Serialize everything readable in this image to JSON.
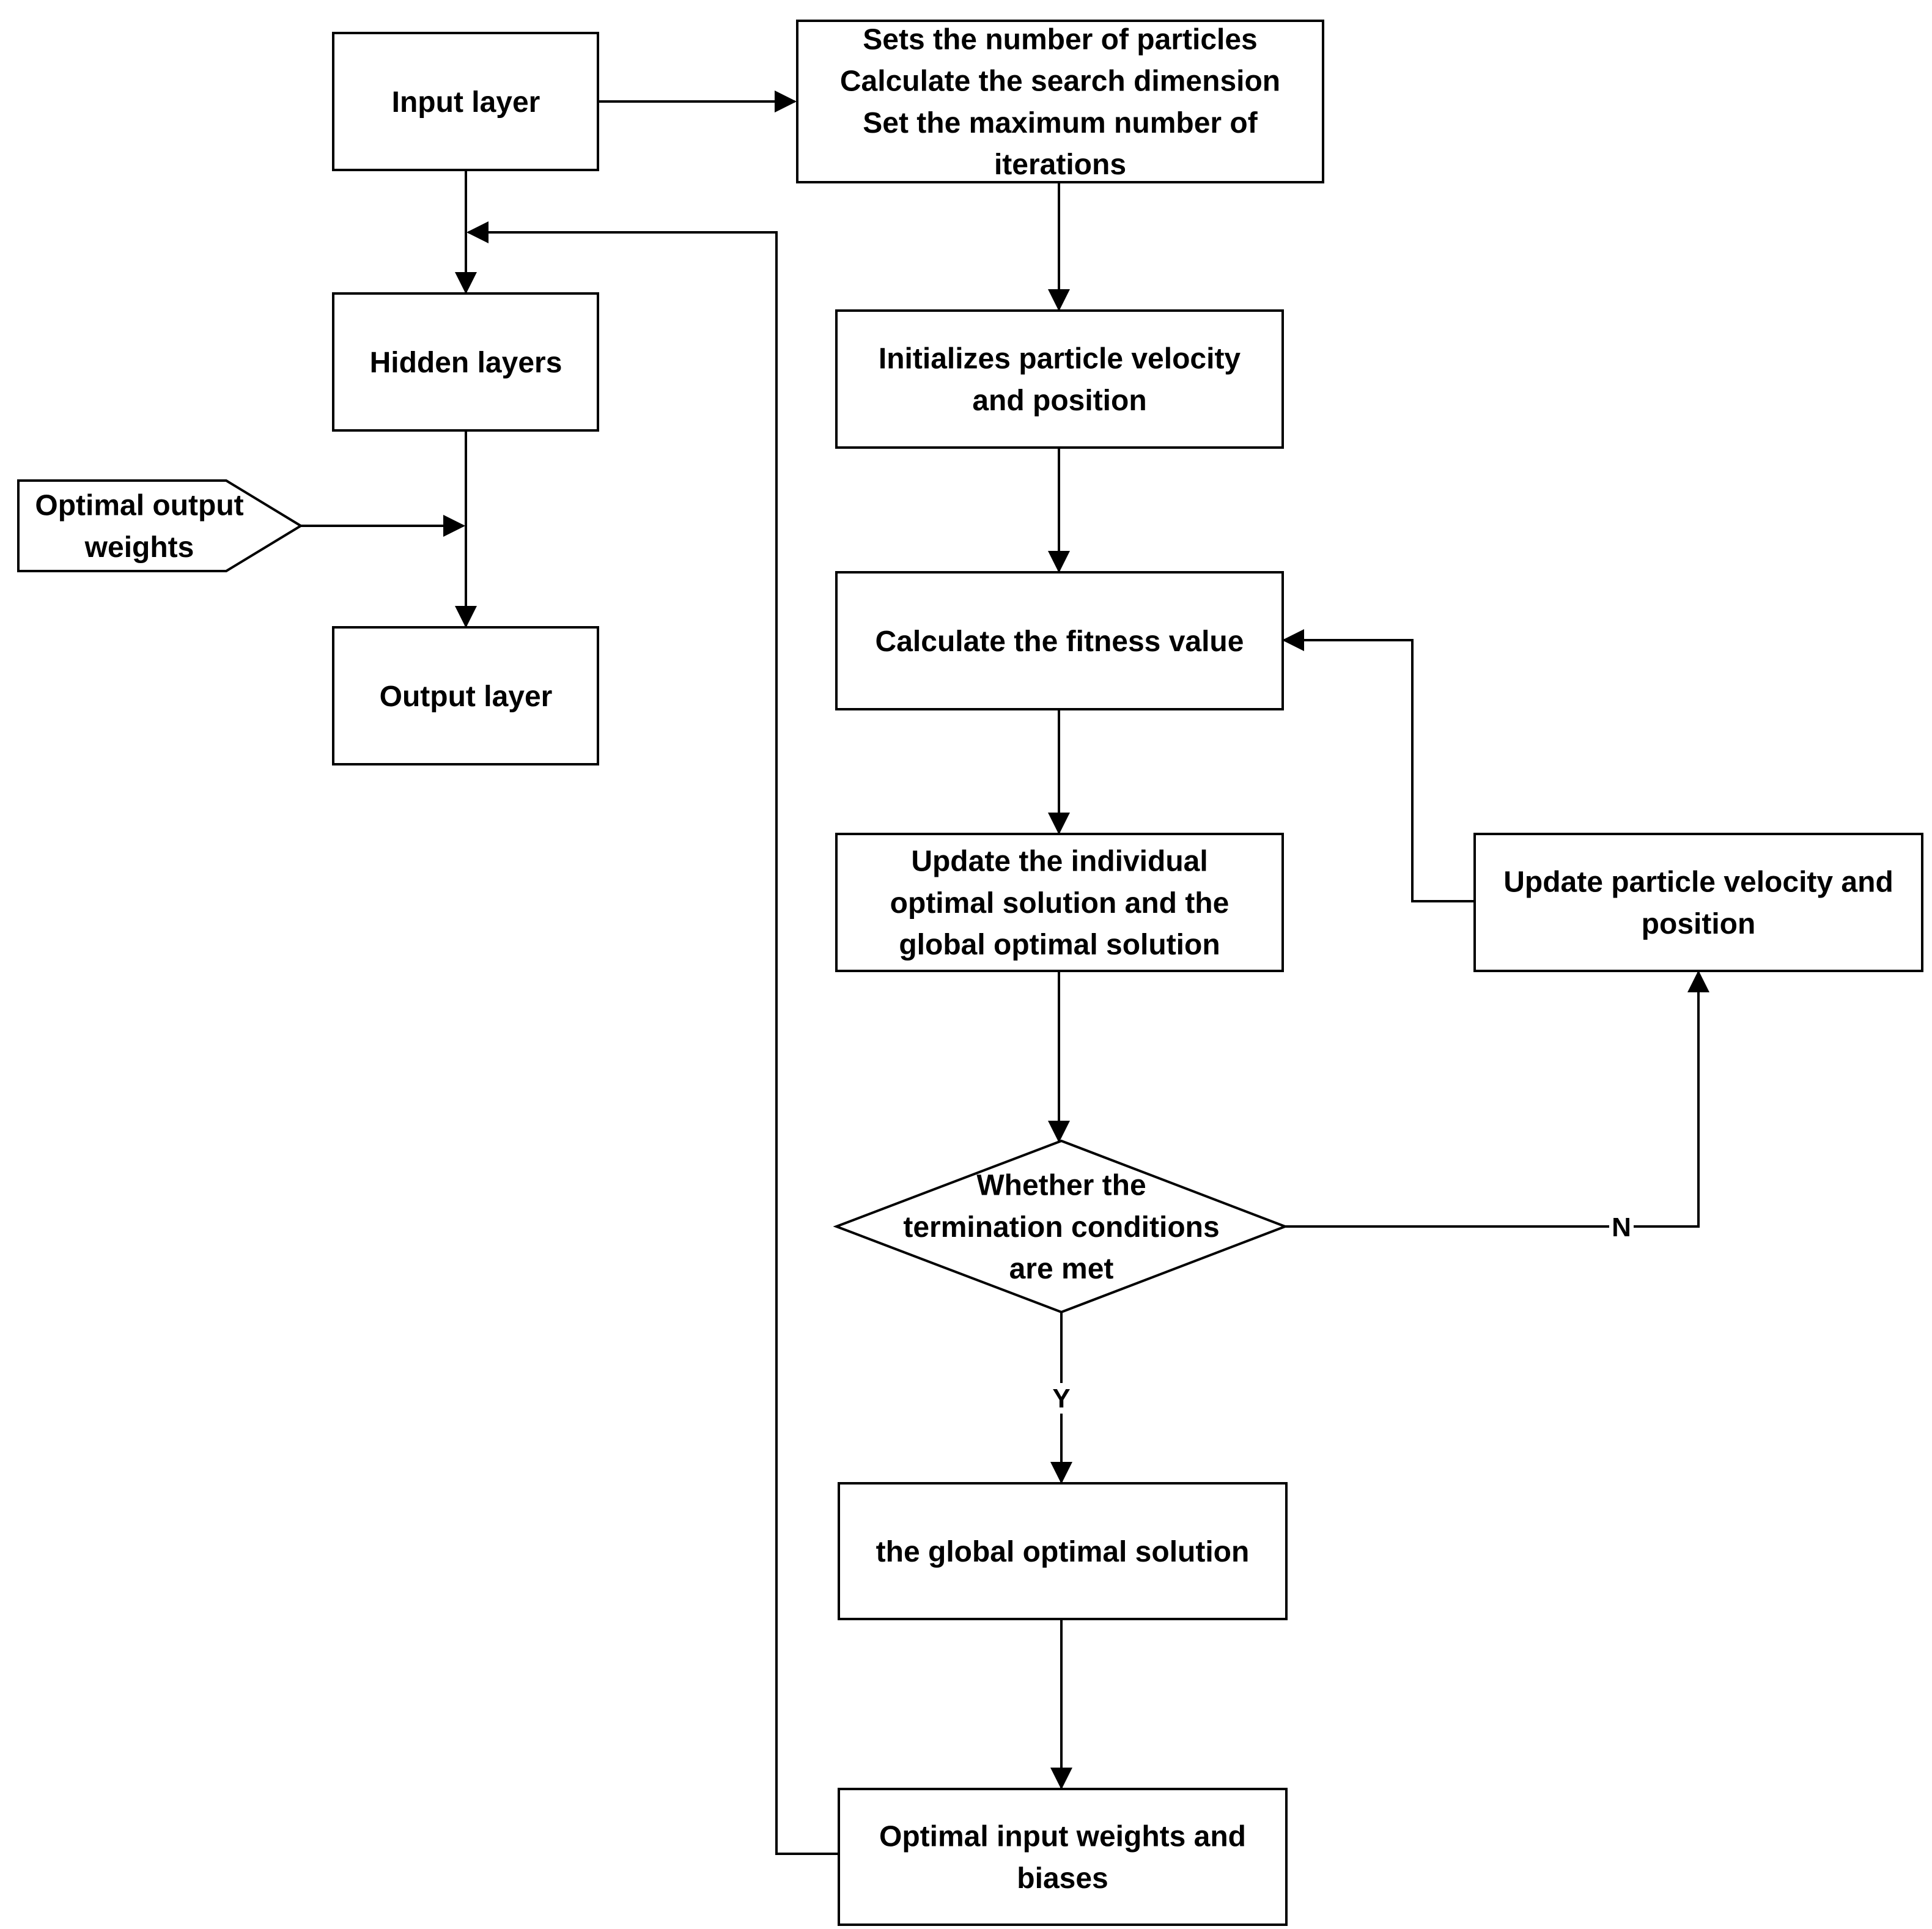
{
  "colors": {
    "stroke": "#000000",
    "fill": "#ffffff",
    "text": "#000000"
  },
  "nodes": {
    "input_layer": [
      "Input layer"
    ],
    "setup": [
      "Sets the number of particles",
      "Calculate the search dimension",
      "Set the maximum number of",
      "iterations"
    ],
    "hidden_layers": [
      "Hidden layers"
    ],
    "optimal_output_weights": [
      "Optimal output",
      "weights"
    ],
    "output_layer": [
      "Output layer"
    ],
    "init_particles": [
      "Initializes particle velocity",
      "and position"
    ],
    "fitness": [
      "Calculate the fitness value"
    ],
    "update_solutions": [
      "Update the individual",
      "optimal solution and the",
      "global optimal solution"
    ],
    "update_velocity": [
      "Update particle velocity and",
      "position"
    ],
    "termination_check": [
      "Whether the",
      "termination conditions",
      "are met"
    ],
    "global_solution": [
      "the global optimal solution"
    ],
    "optimal_input": [
      "Optimal input weights and",
      "biases"
    ]
  },
  "edge_labels": {
    "no": "N",
    "yes": "Y"
  }
}
